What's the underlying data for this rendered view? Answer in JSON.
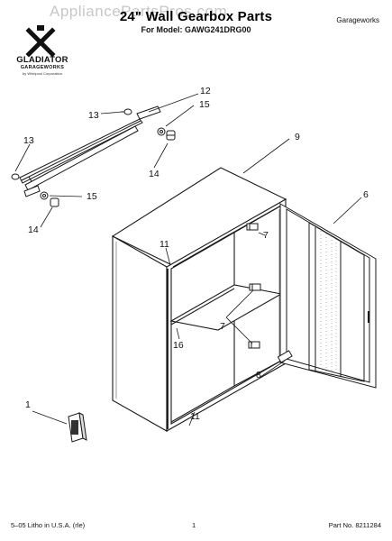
{
  "header": {
    "title": "24\" Wall Gearbox Parts",
    "model_line": "For Model: GAWG241DRG00",
    "brand_right": "Garageworks",
    "watermark": "AppliancePartsPros.com"
  },
  "logo": {
    "wordmark": "GLADIATOR",
    "sub": "GARAGEWORKS",
    "tagline": "by Whirlpool Corporation",
    "icon": "gladiator-x-icon"
  },
  "callouts": {
    "c12": "12",
    "c13a": "13",
    "c15a": "15",
    "c14a": "14",
    "c13b": "13",
    "c15b": "15",
    "c14b": "14",
    "c9": "9",
    "c6": "6",
    "c11a": "11",
    "c7a": "7",
    "c7b": "7",
    "c16": "16",
    "c8": "8",
    "c11b": "11",
    "c1": "1"
  },
  "footer": {
    "left": "5–05 Litho in U.S.A. (rle)",
    "center": "1",
    "right": "Part No. 8211284"
  },
  "colors": {
    "line": "#1a1a1a",
    "watermark": "#b5b5b5"
  }
}
